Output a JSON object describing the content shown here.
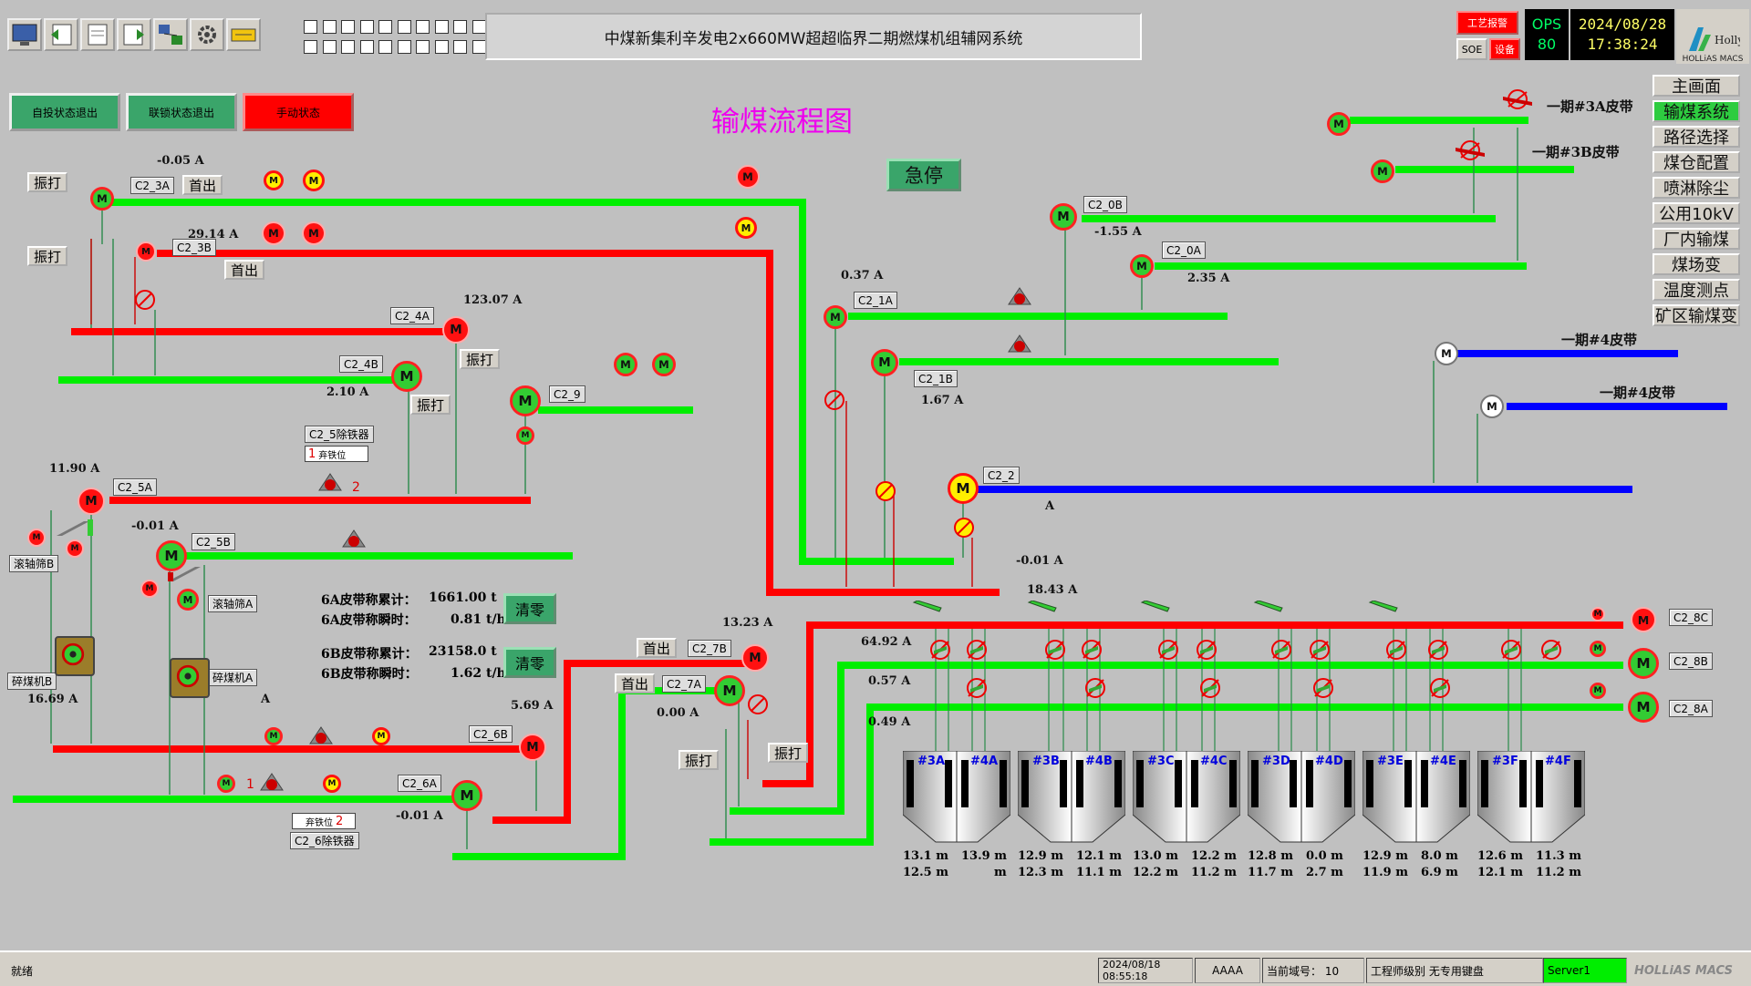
{
  "header": {
    "title": "中煤新集利辛发电2x660MW超超临界二期燃煤机组辅网系统",
    "alarm_process": "工艺报警",
    "alarm_soe": "SOE",
    "alarm_device": "设备",
    "ops_label": "OPS",
    "ops_value": "80",
    "date": "2024/08/28",
    "time": "17:38:24",
    "logo_text": "HOLLiAS MACS",
    "logo_brand": "HollySys"
  },
  "modes": {
    "auto_exit": "自投状态退出",
    "interlock_exit": "联锁状态退出",
    "manual": "手动状态"
  },
  "diagram": {
    "title": "输煤流程图",
    "estop": "急停"
  },
  "nav": [
    "主画面",
    "输煤系统",
    "路径选择",
    "煤仓配置",
    "喷淋除尘",
    "公用10kV",
    "厂内输煤",
    "煤场变",
    "温度测点",
    "矿区输煤变"
  ],
  "tags": {
    "c2_3a": "C2_3A",
    "c2_3b": "C2_3B",
    "c2_4a": "C2_4A",
    "c2_4b": "C2_4B",
    "c2_9": "C2_9",
    "c2_5a": "C2_5A",
    "c2_5b": "C2_5B",
    "c2_6a": "C2_6A",
    "c2_6b": "C2_6B",
    "c2_7a": "C2_7A",
    "c2_7b": "C2_7B",
    "c2_1a": "C2_1A",
    "c2_1b": "C2_1B",
    "c2_0a": "C2_0A",
    "c2_0b": "C2_0B",
    "c2_2": "C2_2",
    "c2_8a": "C2_8A",
    "c2_8b": "C2_8B",
    "c2_8c": "C2_8C",
    "c2_5_iron": "C2_5除铁器",
    "c2_6_iron": "C2_6除铁器",
    "discard_pos": "弃铁位",
    "roller_b": "滚轴筛B",
    "roller_a": "滚轴筛A",
    "crusher_b": "碎煤机B",
    "crusher_a": "碎煤机A"
  },
  "buttons": {
    "vibrate": "振打",
    "first_out": "首出",
    "clear": "清零"
  },
  "currents": {
    "c2_3a": "-0.05 A",
    "c2_3b": "29.14 A",
    "c2_4a": "123.07 A",
    "c2_4b": "2.10 A",
    "c2_5a": "11.90 A",
    "c2_5b": "-0.01 A",
    "crusher_b": "16.69 A",
    "crusher_a": "A",
    "c2_6b": "5.69 A",
    "c2_6a": "-0.01 A",
    "c2_7b": "13.23 A",
    "c2_7a": "0.00 A",
    "c2_1a": "0.37 A",
    "c2_1b": "1.67 A",
    "c2_0b": "-1.55 A",
    "c2_0a": "2.35 A",
    "c2_2": "A",
    "mid1": "-0.01 A",
    "mid2": "18.43 A",
    "c2_8c": "64.92 A",
    "c2_8b": "0.57 A",
    "c2_8a": "0.49 A"
  },
  "belt_names": {
    "p1_3a": "一期#3A皮带",
    "p1_3b": "一期#3B皮带",
    "p1_4a": "一期#4皮带",
    "p1_4b": "一期#4皮带"
  },
  "scales": {
    "s6a_total_label": "6A皮带称累计：",
    "s6a_total": "1661.00 t",
    "s6a_rate_label": "6A皮带称瞬时：",
    "s6a_rate": "0.81 t/h",
    "s6b_total_label": "6B皮带称累计：",
    "s6b_total": "23158.0 t",
    "s6b_rate_label": "6B皮带称瞬时：",
    "s6b_rate": "1.62 t/h"
  },
  "iron_numbers": {
    "one": "1",
    "two": "2"
  },
  "bunkers": [
    {
      "a": "#3A",
      "b": "#4A",
      "l1a": "13.1  m",
      "l2a": "12.5  m",
      "l1b": "13.9  m",
      "l2b": "m"
    },
    {
      "a": "#3B",
      "b": "#4B",
      "l1a": "12.9  m",
      "l2a": "12.3  m",
      "l1b": "12.1  m",
      "l2b": "11.1  m"
    },
    {
      "a": "#3C",
      "b": "#4C",
      "l1a": "13.0  m",
      "l2a": "12.2  m",
      "l1b": "12.2  m",
      "l2b": "11.2  m"
    },
    {
      "a": "#3D",
      "b": "#4D",
      "l1a": "12.8  m",
      "l2a": "11.7  m",
      "l1b": "0.0  m",
      "l2b": "2.7  m"
    },
    {
      "a": "#3E",
      "b": "#4E",
      "l1a": "12.9  m",
      "l2a": "11.9  m",
      "l1b": "8.0  m",
      "l2b": "6.9  m"
    },
    {
      "a": "#3F",
      "b": "#4F",
      "l1a": "12.6  m",
      "l2a": "12.1  m",
      "l1b": "11.3  m",
      "l2b": "11.2  m"
    }
  ],
  "motor_letter": "M",
  "statusbar": {
    "ready": "就绪",
    "date": "2024/08/18",
    "time": "08:55:18",
    "user": "AAAA",
    "domain": "当前域号：  10",
    "level": "工程师级别  无专用键盘",
    "server": "Server1",
    "brand": "HOLLiAS MACS"
  },
  "colors": {
    "running_belt": "#00ee00",
    "stopped_belt": "#ff0000",
    "first_stage_belt": "#0000ff",
    "accent_green": "#3aa56a",
    "title_magenta": "#ee00ee"
  }
}
